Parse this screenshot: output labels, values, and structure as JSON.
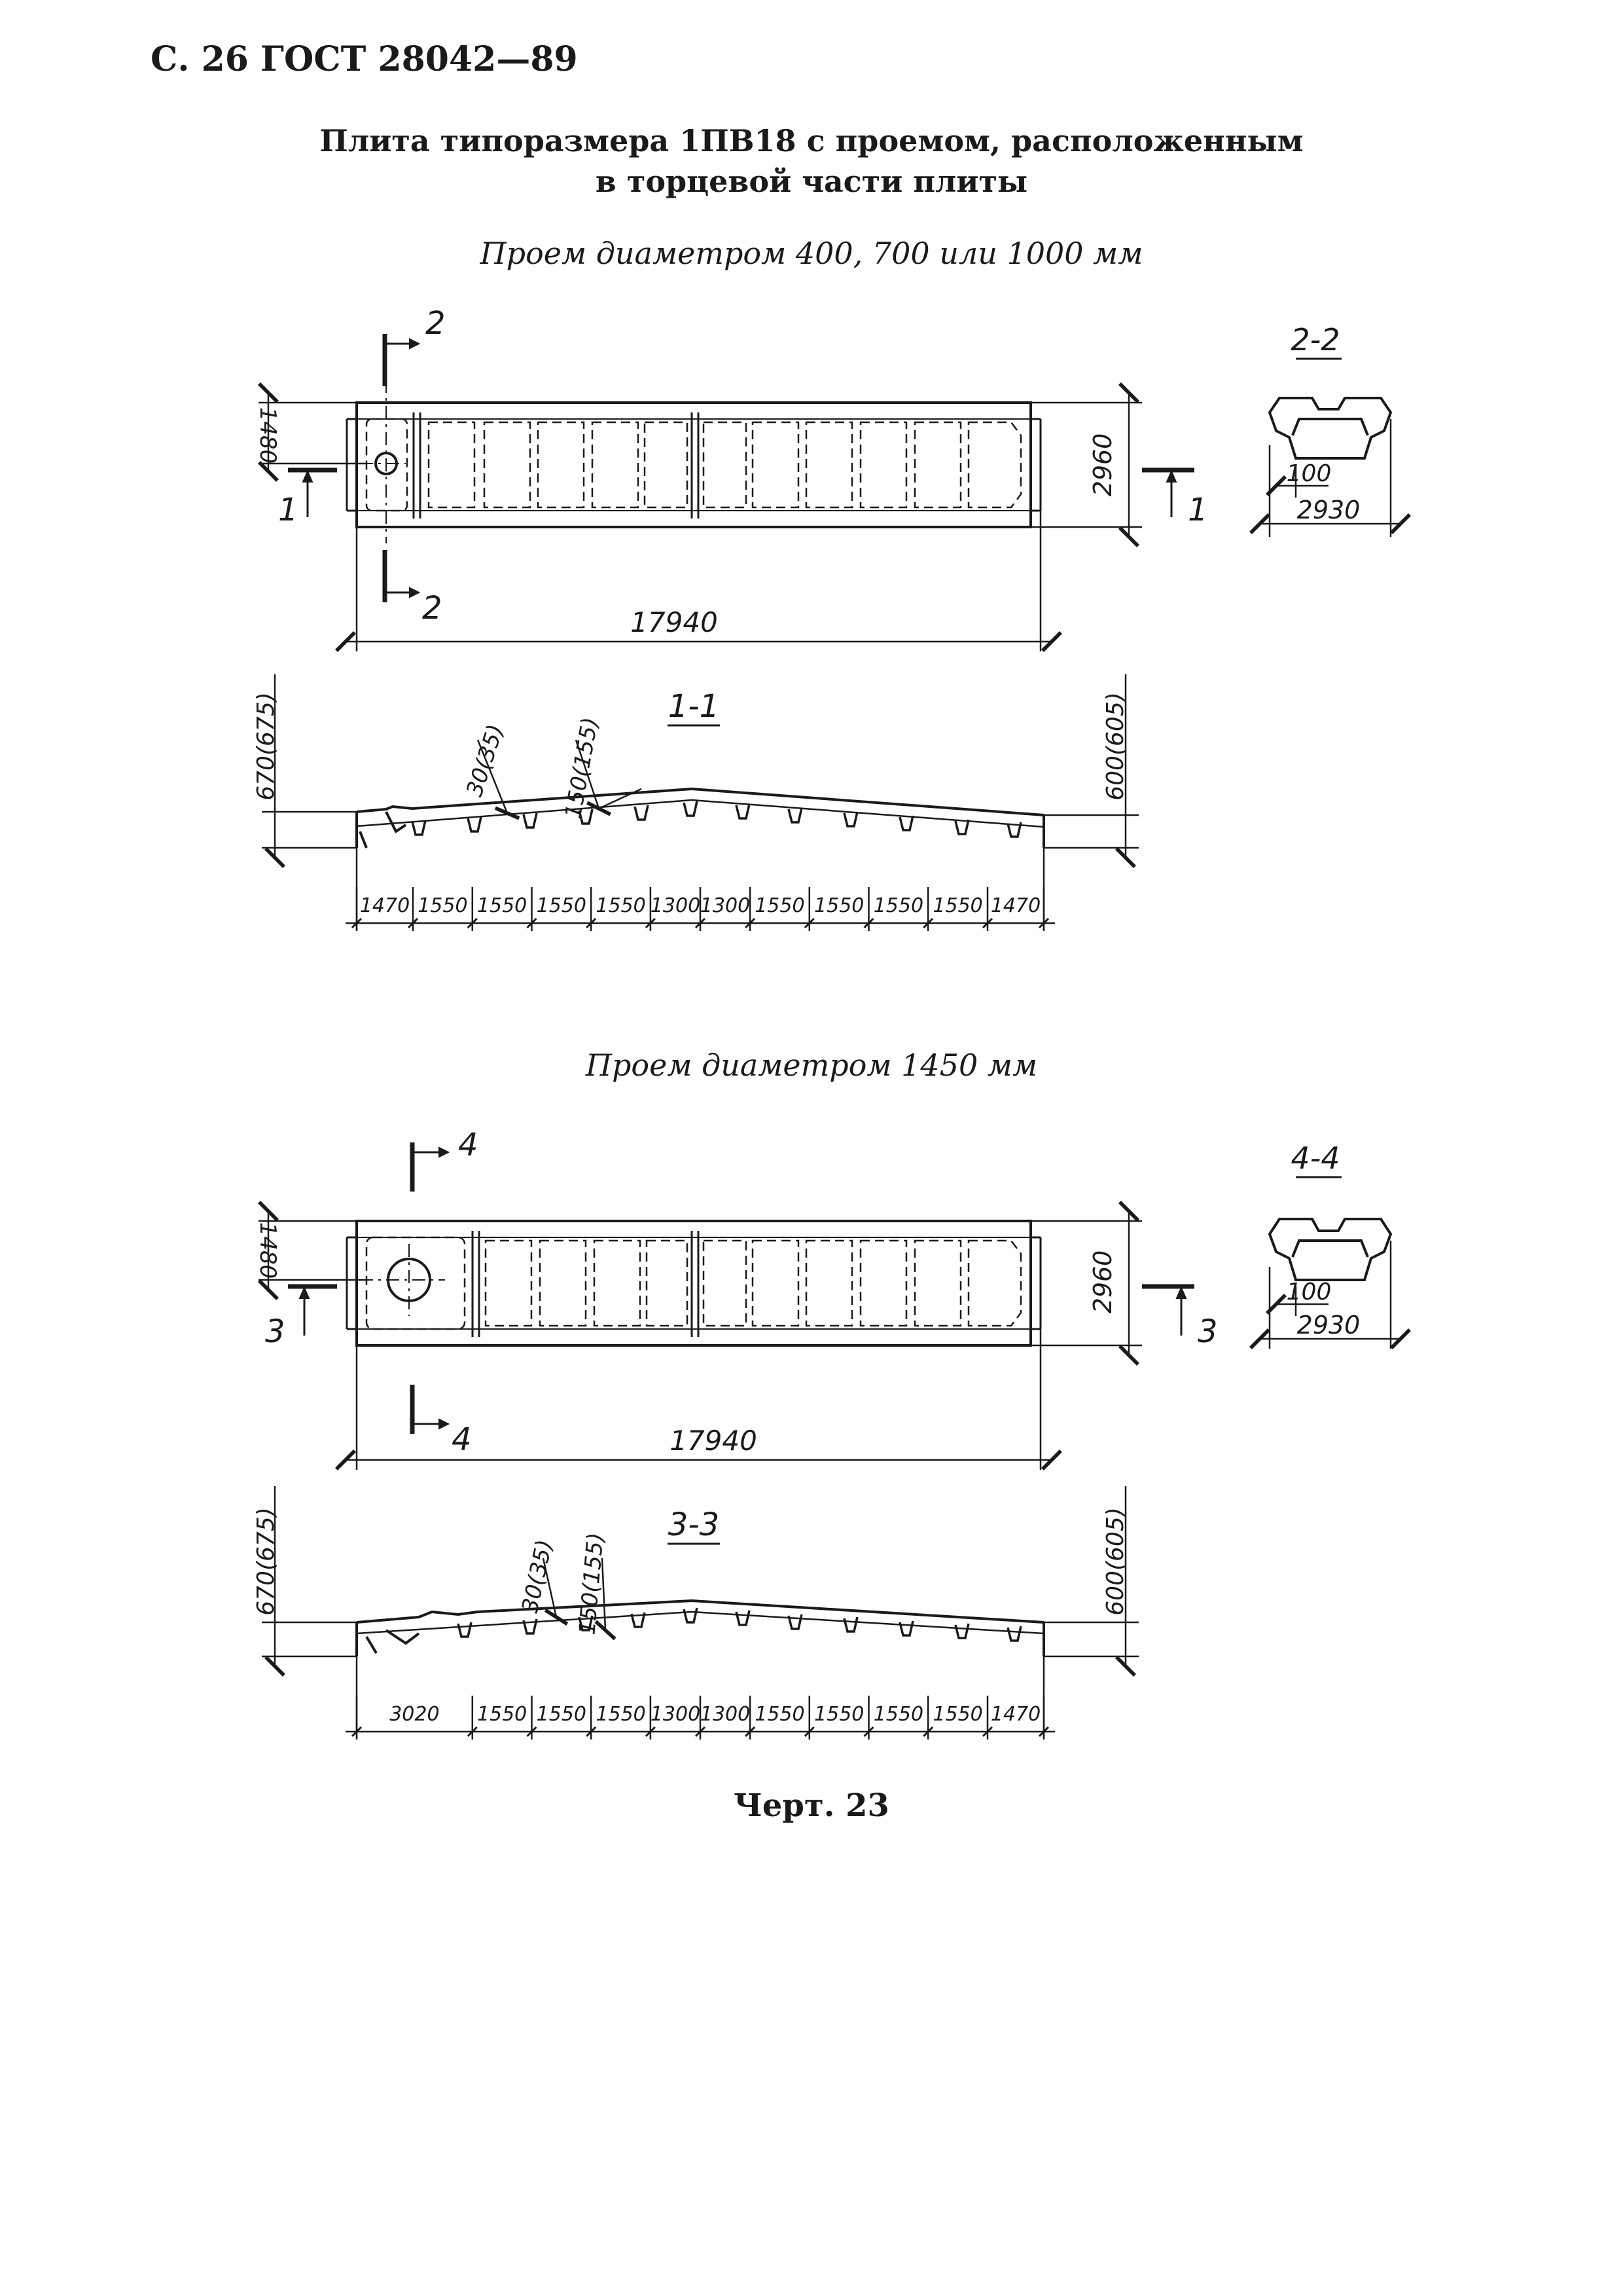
{
  "header": {
    "page_ref": "С. 26 ГОСТ 28042—89"
  },
  "title": {
    "line1": "Плита типоразмера 1ПВ18 с проемом, расположенным",
    "line2": "в торцевой части плиты"
  },
  "section_a": {
    "caption": "Проем диаметром 400, 700 или 1000 мм",
    "plan": {
      "cut_top_label": "2",
      "cut_bottom_label": "2",
      "cut_left_label": "1",
      "cut_right_label": "1",
      "dim_half_width": "1480",
      "dim_width": "2960",
      "dim_length": "17940"
    },
    "cross_section": {
      "label": "2-2",
      "dim_rib": "100",
      "dim_width": "2930"
    },
    "long_section": {
      "label": "1-1",
      "dim_left_height": "670(675)",
      "dim_right_height": "600(605)",
      "dim_shelf": "30(35)",
      "dim_rib": "150(155)",
      "bays": [
        "1470",
        "1550",
        "1550",
        "1550",
        "1550",
        "1300",
        "1300",
        "1550",
        "1550",
        "1550",
        "1550",
        "1470"
      ]
    }
  },
  "section_b": {
    "caption": "Проем диаметром 1450 мм",
    "plan": {
      "cut_top_label": "4",
      "cut_bottom_label": "4",
      "cut_left_label": "3",
      "cut_right_label": "3",
      "dim_half_width": "1480",
      "dim_width": "2960",
      "dim_length": "17940"
    },
    "cross_section": {
      "label": "4-4",
      "dim_rib": "100",
      "dim_width": "2930"
    },
    "long_section": {
      "label": "3-3",
      "dim_left_height": "670(675)",
      "dim_right_height": "600(605)",
      "dim_shelf": "30(35)",
      "dim_rib": "150(155)",
      "bays": [
        "3020",
        "1550",
        "1550",
        "1550",
        "1300",
        "1300",
        "1550",
        "1550",
        "1550",
        "1550",
        "1470"
      ]
    }
  },
  "footer": {
    "caption": "Черт. 23"
  }
}
